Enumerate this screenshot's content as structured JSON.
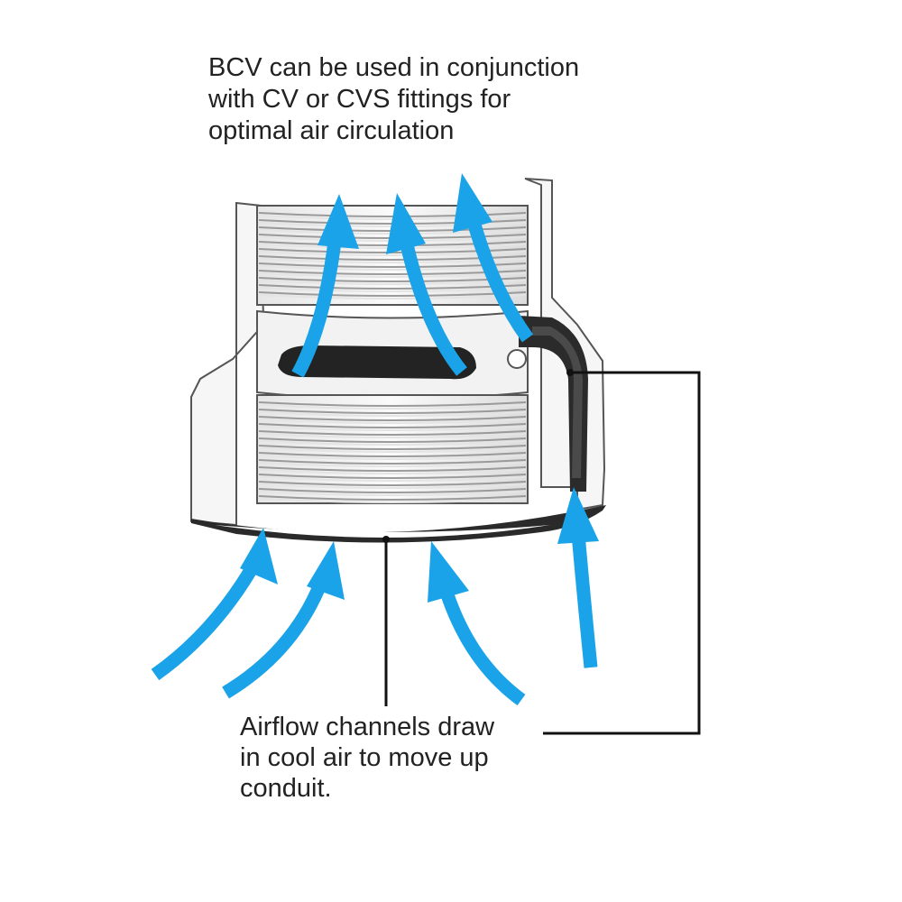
{
  "captions": {
    "top": "BCV can be used in conjunction\nwith CV or CVS fittings for\noptimal air circulation",
    "bottom": "Airflow channels draw\nin cool air to move up\nconduit."
  },
  "colors": {
    "arrow": "#1aa3e8",
    "fitting_body": "#f4f4f4",
    "fitting_outline": "#555555",
    "thread_light": "#d8d8d8",
    "thread_dark": "#9a9a9a",
    "channel": "#2a2a2a",
    "leader_line": "#111111"
  },
  "icons": {
    "arrow": "upward-airflow-arrow",
    "fitting": "conduit-fitting-illustration"
  }
}
